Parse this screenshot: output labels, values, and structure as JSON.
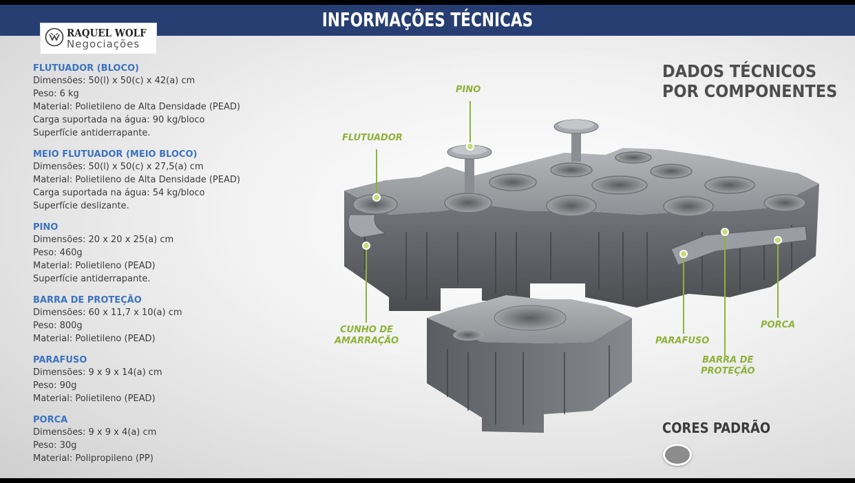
{
  "header": {
    "title": "INFORMAÇÕES TÉCNICAS"
  },
  "logo": {
    "name": "RAQUEL WOLF",
    "sub": "Negociações"
  },
  "specs": [
    {
      "title": "FLUTUADOR (BLOCO)",
      "lines": [
        "Dimensões: 50(l) x 50(c) x 42(a) cm",
        "Peso: 6 kg",
        "Material: Polietileno de Alta Densidade (PEAD)",
        "Carga suportada na água: 90 kg/bloco",
        "Superfície antiderrapante."
      ]
    },
    {
      "title": "MEIO FLUTUADOR (MEIO BLOCO)",
      "lines": [
        "Dimensões: 50(l) x 50(c) x 27,5(a) cm",
        "Material: Polietileno de Alta Densidade (PEAD)",
        "Carga suportada na água: 54 kg/bloco",
        "Superfície deslizante."
      ]
    },
    {
      "title": "PINO",
      "lines": [
        "Dimensões: 20 x 20 x 25(a) cm",
        "Peso: 460g",
        "Material: Polietileno (PEAD)",
        "Superfície antiderrapante."
      ]
    },
    {
      "title": "BARRA DE PROTEÇÃO",
      "lines": [
        "Dimensões: 60 x 11,7 x 10(a) cm",
        "Peso: 800g",
        "Material: Polietileno (PEAD)"
      ]
    },
    {
      "title": "PARAFUSO",
      "lines": [
        "Dimensões: 9 x 9 x 14(a) cm",
        "Peso: 90g",
        "Material: Polietileno (PEAD)"
      ]
    },
    {
      "title": "PORCA",
      "lines": [
        "Dimensões: 9 x 9 x 4(a) cm",
        "Peso: 30g",
        "Material: Polipropileno (PP)"
      ]
    }
  ],
  "dados": {
    "line1": "DADOS TÉCNICOS",
    "line2": "POR COMPONENTES"
  },
  "callouts": {
    "pino": "PINO",
    "flutuador": "FLUTUADOR",
    "cunho_line1": "CUNHO DE",
    "cunho_line2": "AMARRAÇÃO",
    "parafuso": "PARAFUSO",
    "porca": "PORCA",
    "barra_line1": "BARRA DE",
    "barra_line2": "PROTEÇÃO"
  },
  "cores": {
    "label": "CORES PADRÃO",
    "colors": [
      "#8c8c8c"
    ]
  },
  "accent_color": "#8fb23a",
  "header_color": "#273e72"
}
